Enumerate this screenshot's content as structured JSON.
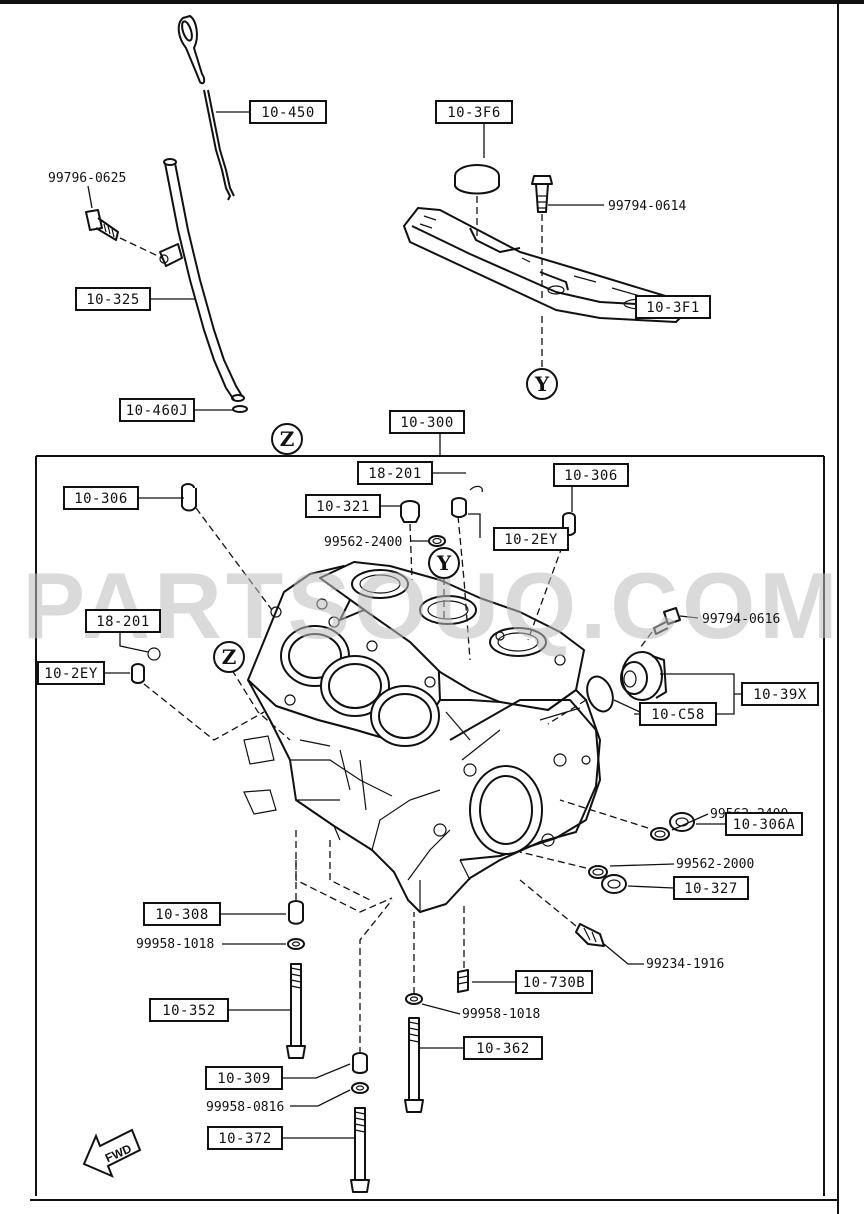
{
  "watermark": "PARTSOUQ.COM",
  "fwd_label": "FWD",
  "reference_marks": {
    "y": "Y",
    "z": "Z"
  },
  "labels": {
    "10-450": "10-450",
    "10-3F6": "10-3F6",
    "99796-0625": "99796-0625",
    "99794-0614": "99794-0614",
    "10-325": "10-325",
    "10-3F1": "10-3F1",
    "10-460J": "10-460J",
    "10-300": "10-300",
    "18-201a": "18-201",
    "10-306a": "10-306",
    "10-306b": "10-306",
    "10-321": "10-321",
    "99562-2400a": "99562-2400",
    "10-2EYa": "10-2EY",
    "18-201b": "18-201",
    "10-2EYb": "10-2EY",
    "99794-0616": "99794-0616",
    "10-39X": "10-39X",
    "10-C58": "10-C58",
    "99562-2400b": "99562-2400",
    "10-306A": "10-306A",
    "99562-2000": "99562-2000",
    "10-327": "10-327",
    "10-308": "10-308",
    "99234-1916": "99234-1916",
    "99958-1018a": "99958-1018",
    "10-730B": "10-730B",
    "10-352": "10-352",
    "99958-1018b": "99958-1018",
    "10-362": "10-362",
    "10-309": "10-309",
    "99958-0816": "99958-0816",
    "10-372": "10-372"
  }
}
